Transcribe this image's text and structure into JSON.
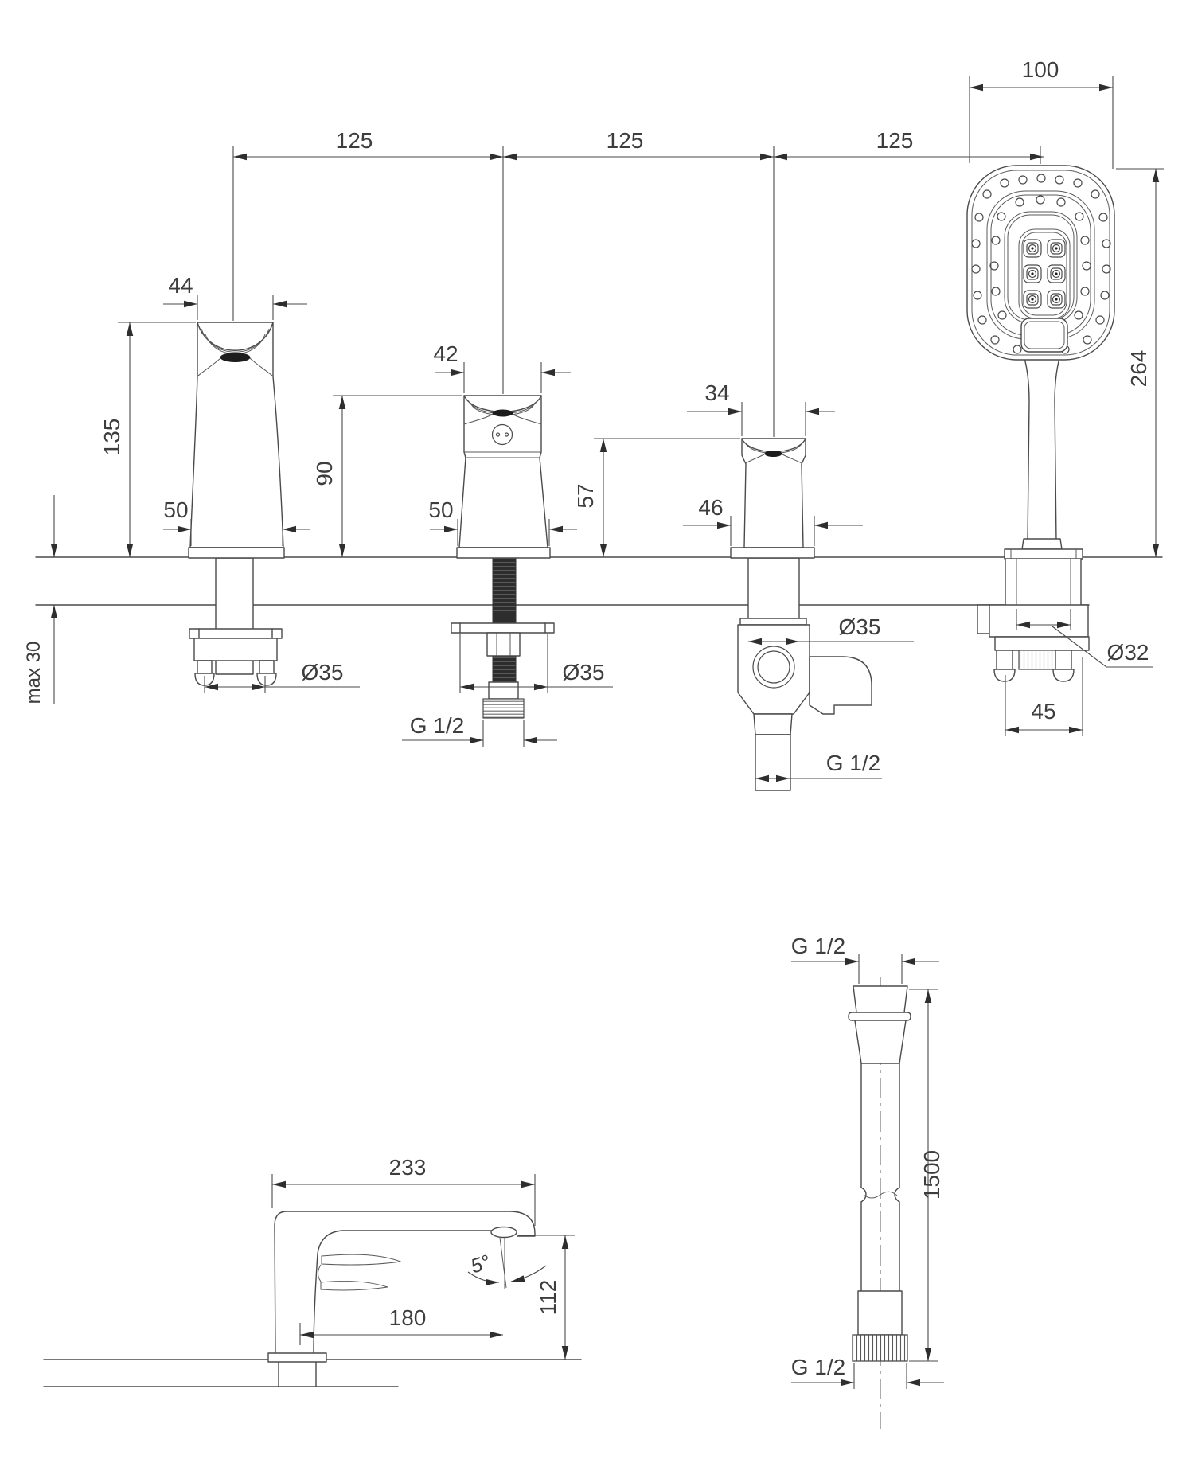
{
  "drawing": {
    "deck_view": {
      "spacing": {
        "d1": "125",
        "d2": "125",
        "d3": "125"
      },
      "deck_max_thickness": "max 30",
      "handle": {
        "top_width": "44",
        "height": "135",
        "base_width": "50",
        "thread_dia": "Ø35"
      },
      "diverter": {
        "top_width": "42",
        "height": "90",
        "base_width": "50",
        "washer_dia": "Ø35",
        "connector": "G 1/2"
      },
      "spout_valve": {
        "top_width": "34",
        "height": "57",
        "base_width": "46",
        "body_dia": "Ø35",
        "connector": "G 1/2"
      },
      "handshower": {
        "head_width": "100",
        "length": "264",
        "holder_thread": "Ø32",
        "holder_width": "45"
      }
    },
    "spout_view": {
      "overall_reach": "233",
      "angle": "5°",
      "height": "112",
      "projection": "180"
    },
    "hose_view": {
      "top_connector": "G 1/2",
      "length": "1500",
      "bottom_connector": "G 1/2"
    }
  }
}
